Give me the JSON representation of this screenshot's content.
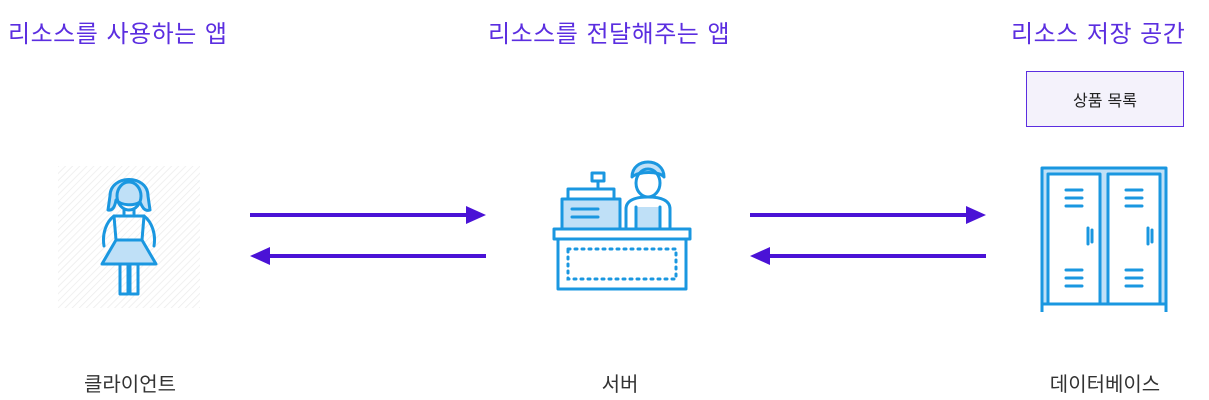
{
  "titles": {
    "client_app": "리소스를 사용하는 앱",
    "server_app": "리소스를 전달해주는 앱",
    "storage": "리소스 저장 공간"
  },
  "labels": {
    "client": "클라이언트",
    "server": "서버",
    "database": "데이터베이스"
  },
  "resource_box": "상품 목록",
  "icons": {
    "client": "woman-icon",
    "server": "cashier-icon",
    "database": "locker-icon"
  },
  "colors": {
    "title": "#5b2ee0",
    "arrow": "#4a12d6",
    "icon": "#1a97e0",
    "icon_fill": "#bfe0f7"
  }
}
